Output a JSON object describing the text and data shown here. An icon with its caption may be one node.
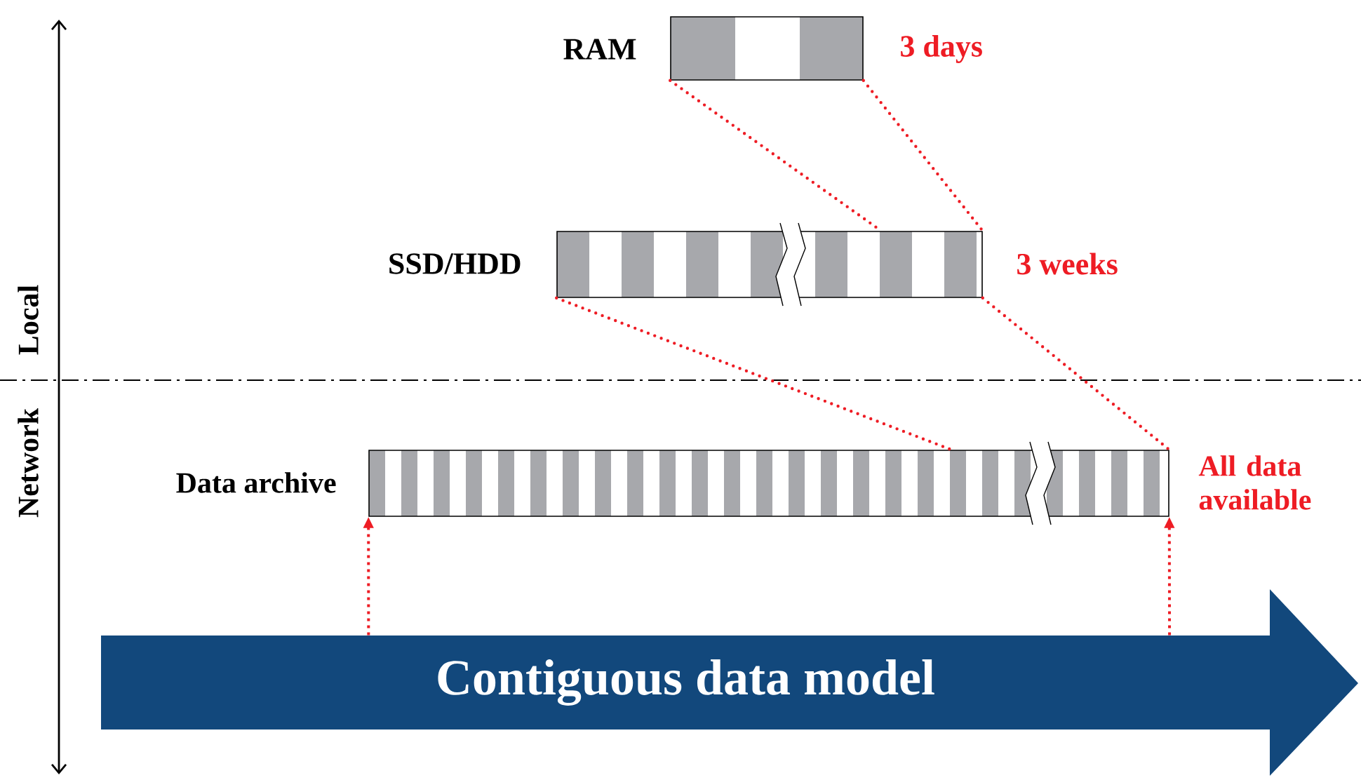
{
  "diagram": {
    "nodes": [
      {
        "text": [],
        "shape": "bar",
        "beside": [
          "RAM",
          "3 days"
        ]
      },
      {
        "text": [],
        "shape": "bar",
        "beside": [
          "SSD/HDD",
          "3 weeks"
        ]
      },
      {
        "text": [],
        "shape": "bar",
        "beside": [
          "Data archive",
          "All data available"
        ]
      },
      {
        "text": [
          "Contiguous data model"
        ]
      }
    ],
    "edges": [
      {
        "from": 0,
        "to": 1,
        "arrow": "none"
      },
      {
        "from": 0,
        "to": 1,
        "arrow": "none"
      },
      {
        "from": 1,
        "to": 2,
        "arrow": "none"
      },
      {
        "from": 1,
        "to": 2,
        "arrow": "none"
      },
      {
        "from": 3,
        "to": 2,
        "arrow": "to"
      },
      {
        "from": 3,
        "to": 2,
        "arrow": "to"
      }
    ],
    "labels": [
      "Local",
      "Network"
    ]
  }
}
